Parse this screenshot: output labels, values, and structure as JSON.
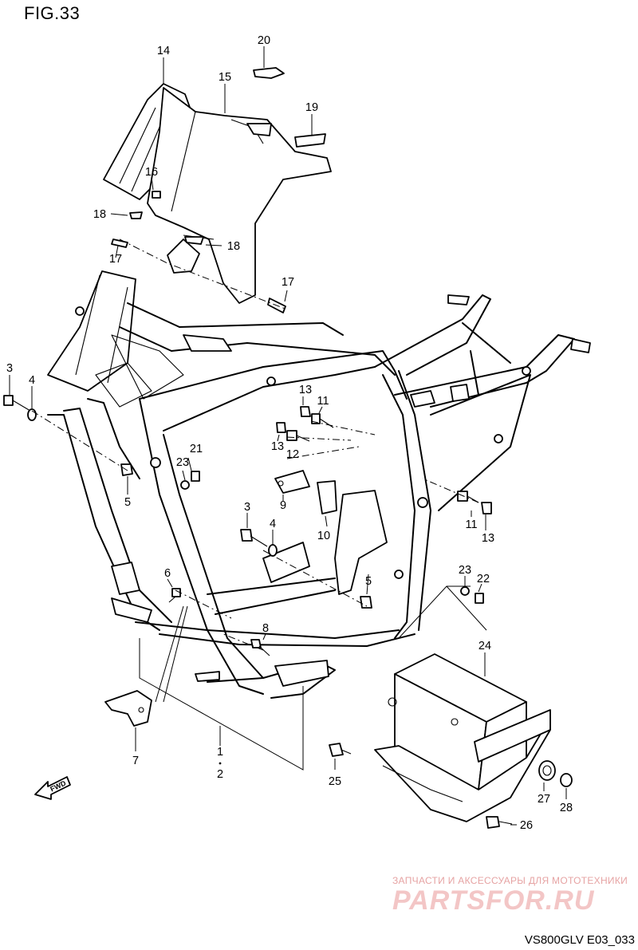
{
  "figure": {
    "title": "FIG.33",
    "drawing_code": "VS800GLV E03_033",
    "fwd_label": "FWD"
  },
  "watermark": {
    "tagline": "ЗАПЧАСТИ И АКСЕССУАРЫ ДЛЯ МОТОТЕХНИКИ",
    "logo": "PARTSFOR.RU"
  },
  "callouts": {
    "c1": "1",
    "c2": "2",
    "c3a": "3",
    "c3b": "3",
    "c4a": "4",
    "c4b": "4",
    "c5a": "5",
    "c5b": "5",
    "c6": "6",
    "c7": "7",
    "c8": "8",
    "c9": "9",
    "c10": "10",
    "c11a": "11",
    "c11b": "11",
    "c12": "12",
    "c13a": "13",
    "c13b": "13",
    "c13c": "13",
    "c14": "14",
    "c15": "15",
    "c16": "16",
    "c17a": "17",
    "c17b": "17",
    "c18a": "18",
    "c18b": "18",
    "c19": "19",
    "c20": "20",
    "c21": "21",
    "c22": "22",
    "c23a": "23",
    "c23b": "23",
    "c24": "24",
    "c25": "25",
    "c26": "26",
    "c27": "27",
    "c28": "28"
  }
}
